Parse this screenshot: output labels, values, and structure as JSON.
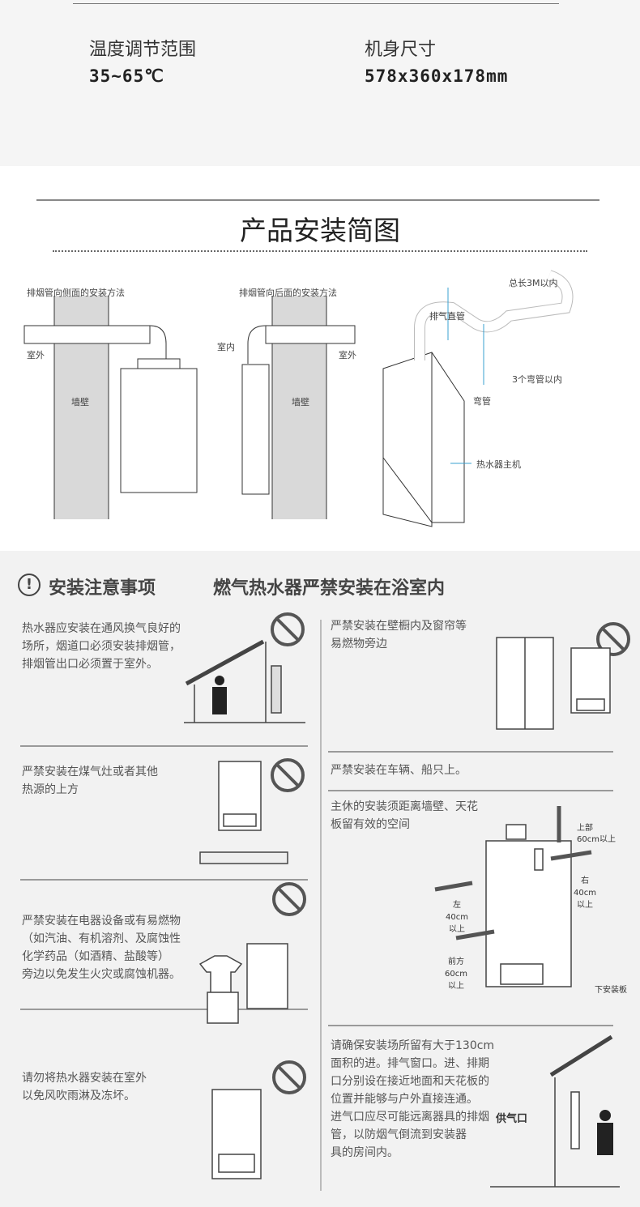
{
  "specs": [
    {
      "label": "温度调节范围",
      "value": "35~65℃"
    },
    {
      "label": "机身尺寸",
      "value": "578x360x178mm"
    }
  ],
  "install_diagram": {
    "title": "产品安装简图",
    "side": {
      "caption": "排烟管向侧面的安装方法",
      "outdoor": "室外",
      "wall": "墙壁"
    },
    "rear": {
      "caption": "排烟管向后面的安装方法",
      "indoor": "室内",
      "outdoor": "室外",
      "wall": "墙壁"
    },
    "pipe": {
      "total": "总长3M以内",
      "straight": "排气直管",
      "bends": "3个弯管以内",
      "bend": "弯管",
      "unit": "热水器主机"
    }
  },
  "notes": {
    "header_left": "安装注意事项",
    "header_right": "燃气热水器严禁安装在浴室内",
    "left": [
      [
        "热水器应安装在通风换气良好的",
        "场所，烟道口必须安装排烟管，",
        "排烟管出口必须置于室外。"
      ],
      [
        "严禁安装在煤气灶或者其他",
        "热源的上方"
      ],
      [
        "严禁安装在电器设备或有易燃物",
        "（如汽油、有机溶剂、及腐蚀性",
        "化学药品（如酒精、盐酸等）",
        "旁边以免发生火灾或腐蚀机器。"
      ],
      [
        "请勿将热水器安装在室外",
        "以免风吹雨淋及冻坏。"
      ]
    ],
    "right": [
      [
        "严禁安装在壁橱内及窗帘等",
        "易燃物旁边"
      ],
      [
        "严禁安装在车辆、船只上。"
      ],
      [
        "主休的安装须距离墙壁、天花",
        "板留有效的空间"
      ],
      [
        "请确保安装场所留有大于130cm",
        "面积的进。排气窗口。进、排期",
        "口分别设在接近地面和天花板的",
        "位置并能够与户外直接连通。",
        "进气口应尽可能远离器具的排烟",
        "管，以防烟气倒流到安装器",
        "具的房间内。"
      ]
    ],
    "clearance": {
      "top": [
        "上部",
        "60cm以上"
      ],
      "left": [
        "左",
        "40cm",
        "以上"
      ],
      "right": [
        "右",
        "40cm",
        "以上"
      ],
      "front": [
        "前方",
        "60cm",
        "以上"
      ],
      "bottom": "下安装板"
    },
    "air_inlet": "供气口"
  }
}
